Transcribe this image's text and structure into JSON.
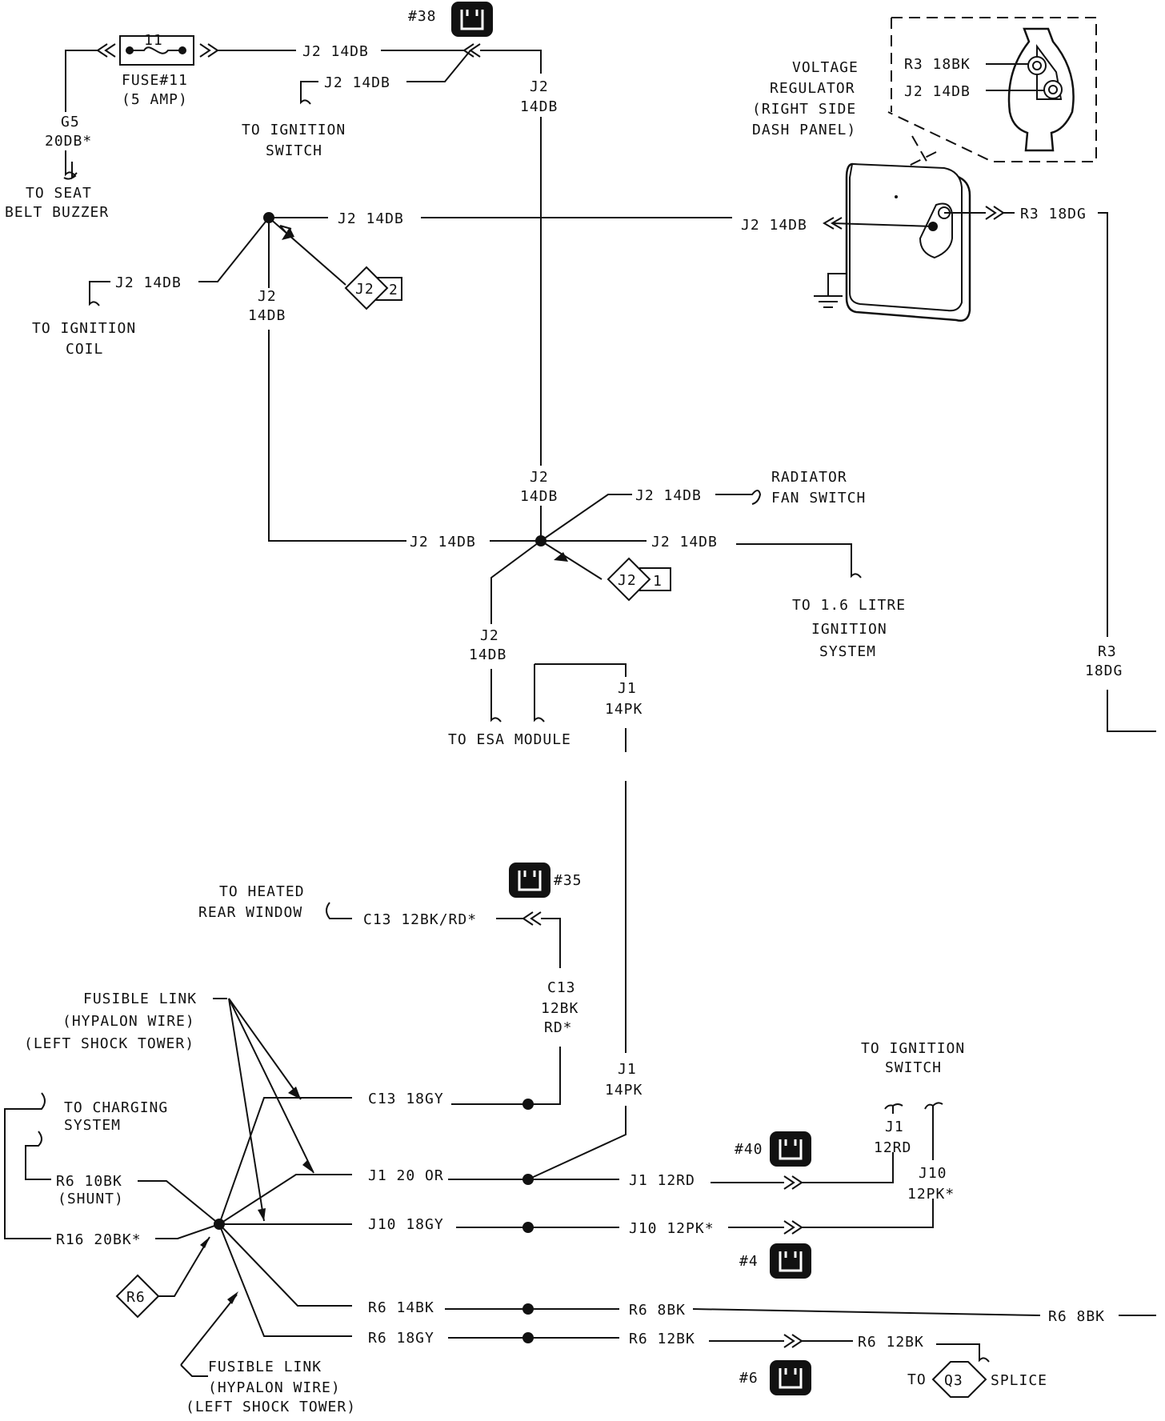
{
  "components": {
    "fuse": {
      "number": "11",
      "name": "FUSE#11",
      "rating": "(5 AMP)"
    },
    "voltage_regulator": {
      "lines": [
        "VOLTAGE",
        "REGULATOR",
        "(RIGHT SIDE",
        "DASH PANEL)"
      ]
    },
    "regulator_pins": {
      "pin1": "R3 18BK",
      "pin2": "J2 14DB"
    }
  },
  "connectors": {
    "c38": "#38",
    "c35": "#35",
    "c40": "#40",
    "c4": "#4",
    "c6": "#6"
  },
  "splices": {
    "s_j2_2": {
      "id": "J2",
      "num": "2"
    },
    "s_j2_1": {
      "id": "J2",
      "num": "1"
    },
    "s_r6": {
      "id": "R6"
    },
    "s_q3": {
      "id": "Q3"
    }
  },
  "wires": {
    "w_j2_fuse_out": "J2 14DB",
    "w_j2_ign_sw": "J2 14DB",
    "w_j2_vert1a": "J2",
    "w_j2_vert1b": "14DB",
    "w_g5a": "G5",
    "w_g5b": "20DB*",
    "w_j2_mid": "J2 14DB",
    "w_j2_vreg": "J2 14DB",
    "w_r3_out": "R3 18DG",
    "w_j2_coil": "J2 14DB",
    "w_j2_left_a": "J2",
    "w_j2_left_b": "14DB",
    "w_j2_vert2a": "J2",
    "w_j2_vert2b": "14DB",
    "w_j2_rad": "J2 14DB",
    "w_j2_hub_left": "J2 14DB",
    "w_j2_16": "J2 14DB",
    "w_j2_esa_a": "J2",
    "w_j2_esa_b": "14DB",
    "w_j1_a": "J1",
    "w_j1_b": "14PK",
    "w_r3_vert_a": "R3",
    "w_r3_vert_b": "18DG",
    "w_c13_hw": "C13 12BK/RD*",
    "w_c13_v_a": "C13",
    "w_c13_v_b": "12BK",
    "w_c13_v_c": "RD*",
    "w_j1_low_a": "J1",
    "w_j1_low_b": "14PK",
    "w_c13_18gy": "C13 18GY",
    "w_j1_20or": "J1 20 OR",
    "w_j10_18gy": "J10 18GY",
    "w_r6_14bk": "R6 14BK",
    "w_r6_18gy": "R6 18GY",
    "w_r6_10bk": "R6 10BK",
    "w_shunt": "(SHUNT)",
    "w_r16": "R16 20BK*",
    "w_j1_12rd": "J1 12RD",
    "w_j10_12pk": "J10 12PK*",
    "w_r6_8bk": "R6 8BK",
    "w_r6_12bk": "R6 12BK",
    "w_r6_8bk_r": "R6 8BK",
    "w_r6_12bk_r": "R6 12BK",
    "w_j1_12rd_v_a": "J1",
    "w_j1_12rd_v_b": "12RD",
    "w_j10_v_a": "J10",
    "w_j10_v_b": "12PK*"
  },
  "destinations": {
    "seat_belt": [
      "TO SEAT",
      "BELT BUZZER"
    ],
    "ign_switch_top": [
      "TO IGNITION",
      "SWITCH"
    ],
    "ign_coil": [
      "TO IGNITION",
      "COIL"
    ],
    "radiator_fan": [
      "RADIATOR",
      "FAN SWITCH"
    ],
    "ign_16": [
      "TO 1.6 LITRE",
      "IGNITION",
      "SYSTEM"
    ],
    "esa": "TO ESA MODULE",
    "heated_rear": [
      "TO HEATED",
      "REAR WINDOW"
    ],
    "fusible_top": [
      "FUSIBLE LINK",
      "(HYPALON WIRE)",
      "(LEFT SHOCK TOWER)"
    ],
    "charging": [
      "TO CHARGING",
      "SYSTEM"
    ],
    "ign_switch_bottom": [
      "TO IGNITION",
      "SWITCH"
    ],
    "fusible_bottom": [
      "FUSIBLE LINK",
      "(HYPALON WIRE)",
      "(LEFT SHOCK TOWER)"
    ],
    "splice_to": "TO",
    "splice_label": "SPLICE"
  }
}
